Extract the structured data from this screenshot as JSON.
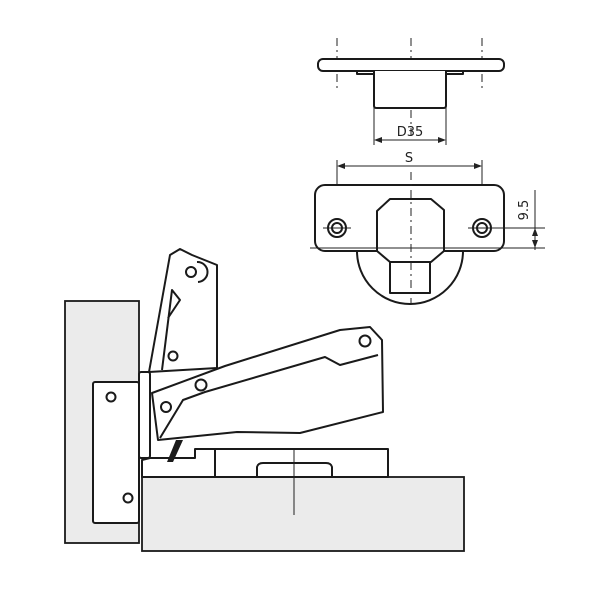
{
  "dimensions": {
    "cup_diameter": "D35",
    "hole_spacing": "S",
    "hole_offset": "9.5"
  }
}
